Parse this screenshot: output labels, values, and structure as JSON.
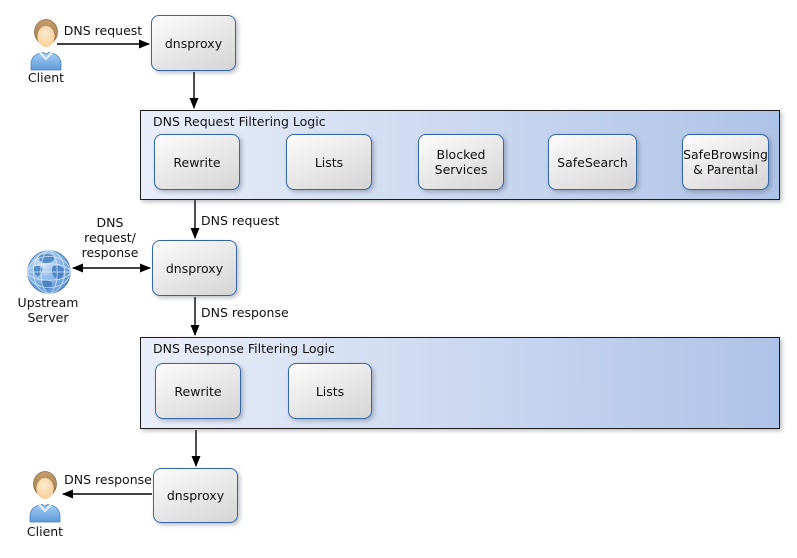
{
  "diagram": {
    "actors": {
      "client_top": {
        "label": "Client"
      },
      "client_bottom": {
        "label": "Client"
      },
      "upstream": {
        "label": "Upstream\nServer"
      }
    },
    "proxies": {
      "proxy1": {
        "label": "dnsproxy"
      },
      "proxy2": {
        "label": "dnsproxy"
      },
      "proxy3": {
        "label": "dnsproxy"
      }
    },
    "request_filter": {
      "title": "DNS Request Filtering Logic",
      "steps": [
        "Rewrite",
        "Lists",
        "Blocked Services",
        "SafeSearch",
        "SafeBrowsing & Parental"
      ]
    },
    "response_filter": {
      "title": "DNS Response Filtering Logic",
      "steps": [
        "Rewrite",
        "Lists"
      ]
    },
    "edge_labels": {
      "client_request": "DNS request",
      "filtered_request": "DNS request",
      "upstream_exchange": "DNS\nrequest/\nresponse",
      "proxy_response": "DNS response",
      "client_response": "DNS response"
    },
    "colors": {
      "node_border": "#3465a4",
      "node_fill_top": "#fcfcfc",
      "node_fill_bottom": "#d4d4d4",
      "container_fill_left": "#e9eef9",
      "container_fill_right": "#aec3e7",
      "container_border": "#1c1c1c",
      "arrow": "#000000"
    }
  }
}
